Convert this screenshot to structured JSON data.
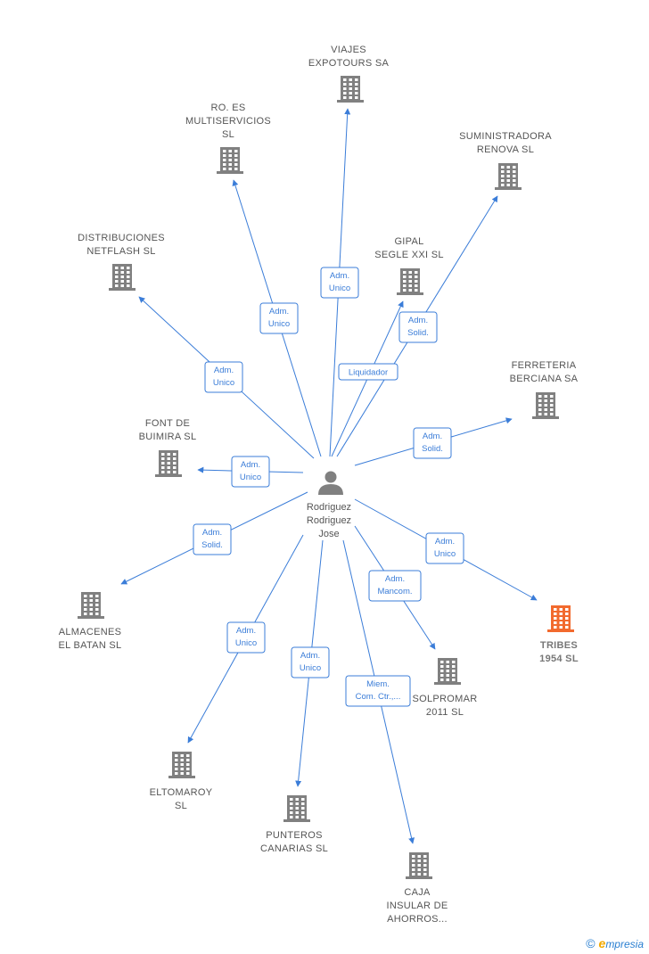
{
  "center": {
    "lines": [
      "Rodriguez",
      "Rodriguez",
      "Jose"
    ]
  },
  "companies": [
    {
      "id": "viajes",
      "lines": [
        "VIAJES",
        "EXPOTOURS SA"
      ],
      "highlight": false,
      "relation": [
        "Adm.",
        "Unico"
      ]
    },
    {
      "id": "roes",
      "lines": [
        "RO. ES",
        "MULTISERVICIOS",
        "SL"
      ],
      "highlight": false,
      "relation": [
        "Adm.",
        "Unico"
      ]
    },
    {
      "id": "suministradora",
      "lines": [
        "SUMINISTRADORA",
        "RENOVA  SL"
      ],
      "highlight": false,
      "relation": [
        "Adm.",
        "Solid."
      ]
    },
    {
      "id": "distribuciones",
      "lines": [
        "DISTRIBUCIONES",
        "NETFLASH  SL"
      ],
      "highlight": false,
      "relation": [
        "Adm.",
        "Unico"
      ]
    },
    {
      "id": "gipal",
      "lines": [
        "GIPAL",
        "SEGLE XXI  SL"
      ],
      "highlight": false,
      "relation": [
        "Liquidador"
      ]
    },
    {
      "id": "ferreteria",
      "lines": [
        "FERRETERIA",
        "BERCIANA SA"
      ],
      "highlight": false,
      "relation": [
        "Adm.",
        "Solid."
      ]
    },
    {
      "id": "font",
      "lines": [
        "FONT DE",
        "BUIMIRA  SL"
      ],
      "highlight": false,
      "relation": [
        "Adm.",
        "Unico"
      ]
    },
    {
      "id": "almacenes",
      "lines": [
        "ALMACENES",
        "EL BATAN SL"
      ],
      "highlight": false,
      "relation": [
        "Adm.",
        "Solid."
      ]
    },
    {
      "id": "tribes",
      "lines": [
        "TRIBES",
        "1954  SL"
      ],
      "highlight": true,
      "relation": [
        "Adm.",
        "Unico"
      ]
    },
    {
      "id": "solpromar",
      "lines": [
        "SOLPROMAR",
        "2011 SL"
      ],
      "highlight": false,
      "relation": [
        "Adm.",
        "Mancom."
      ]
    },
    {
      "id": "eltomaroy",
      "lines": [
        "ELTOMAROY",
        "SL"
      ],
      "highlight": false,
      "relation": [
        "Adm.",
        "Unico"
      ]
    },
    {
      "id": "punteros",
      "lines": [
        "PUNTEROS",
        "CANARIAS  SL"
      ],
      "highlight": false,
      "relation": [
        "Adm.",
        "Unico"
      ]
    },
    {
      "id": "caja",
      "lines": [
        "CAJA",
        "INSULAR DE",
        "AHORROS..."
      ],
      "highlight": false,
      "relation": [
        "Miem.",
        "Com. Ctr.,..."
      ]
    }
  ],
  "colors": {
    "edge": "#3b7dd8",
    "building": "#808080",
    "highlight": "#f26a2e",
    "person": "#808080"
  },
  "footer": {
    "copyright": "©",
    "brand_initial": "e",
    "brand_rest": "mpresia"
  }
}
